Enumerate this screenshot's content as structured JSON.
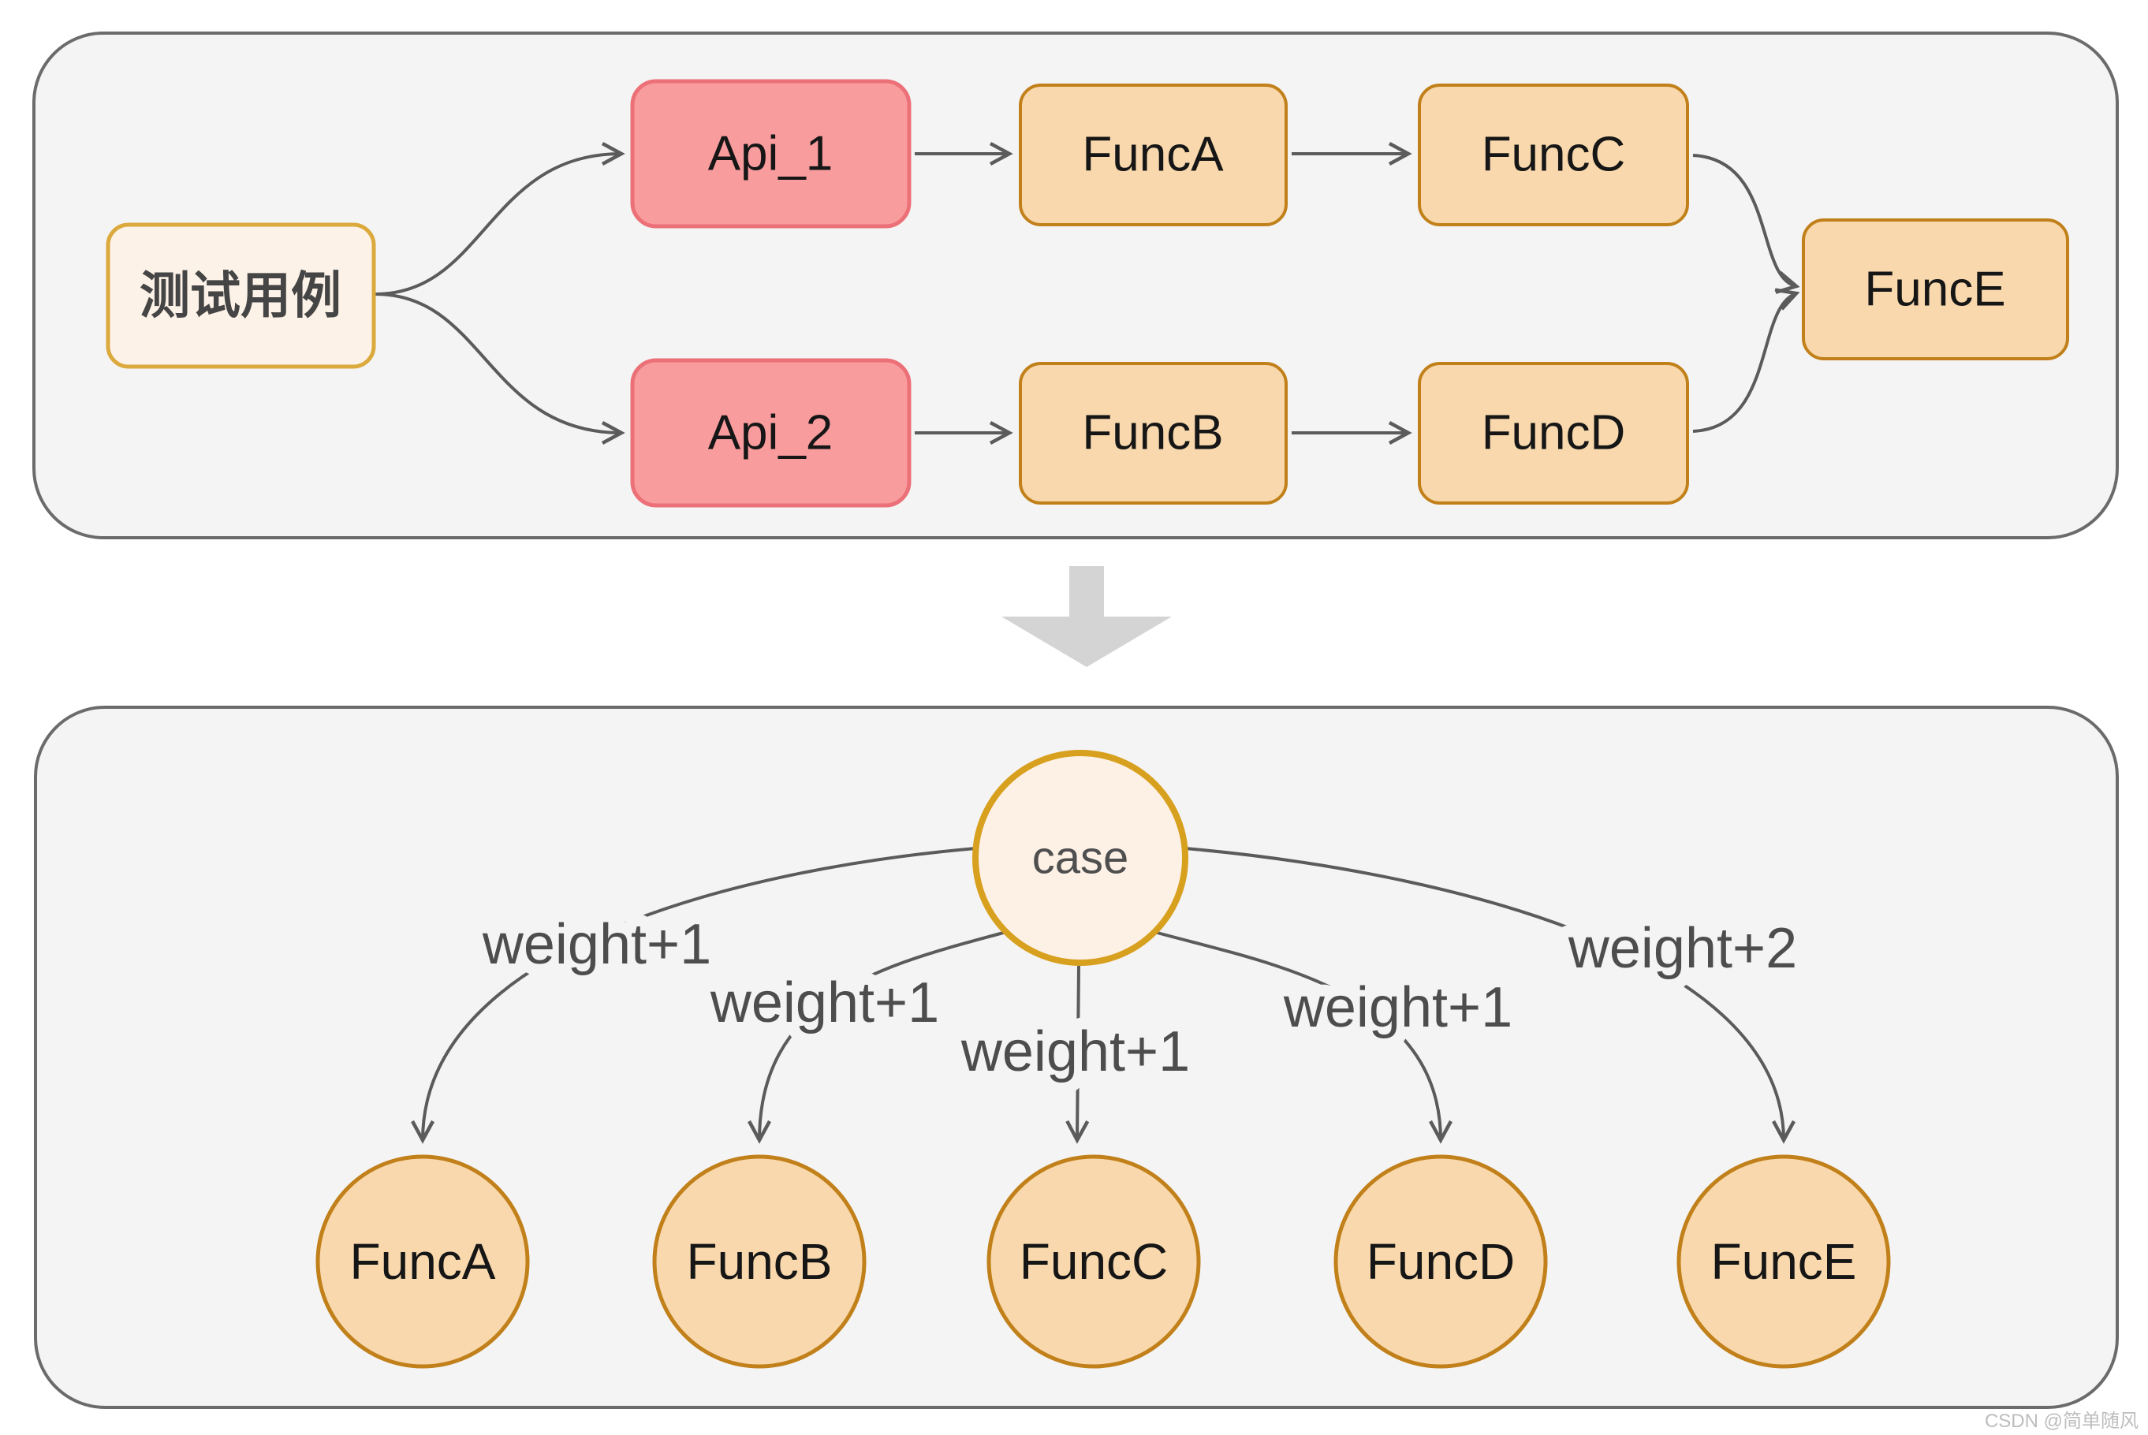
{
  "diagram": {
    "top_panel": {
      "nodes": {
        "test_case": "测试用例",
        "api_1": "Api_1",
        "api_2": "Api_2",
        "func_a": "FuncA",
        "func_b": "FuncB",
        "func_c": "FuncC",
        "func_d": "FuncD",
        "func_e": "FuncE"
      }
    },
    "bottom_panel": {
      "nodes": {
        "case": "case",
        "func_a": "FuncA",
        "func_b": "FuncB",
        "func_c": "FuncC",
        "func_d": "FuncD",
        "func_e": "FuncE"
      },
      "edge_labels": {
        "case_func_a": "weight+1",
        "case_func_b": "weight+1",
        "case_func_c": "weight+1",
        "case_func_d": "weight+1",
        "case_func_e": "weight+2"
      }
    },
    "watermark": "CSDN @简单随风"
  },
  "colors": {
    "panel_fill": "#f4f4f4",
    "panel_border": "#6b6b6b",
    "api_fill": "#f99c9e",
    "api_border": "#ec7077",
    "func_fill": "#f8d8ac",
    "func_border": "#c1801a",
    "test_case_fill": "#fcf2e7",
    "test_case_border": "#dba93c",
    "case_fill": "#fdf1e6",
    "case_border": "#d8a01f",
    "edge_stroke": "#5b5b5b",
    "big_arrow_fill": "#d4d4d4"
  }
}
